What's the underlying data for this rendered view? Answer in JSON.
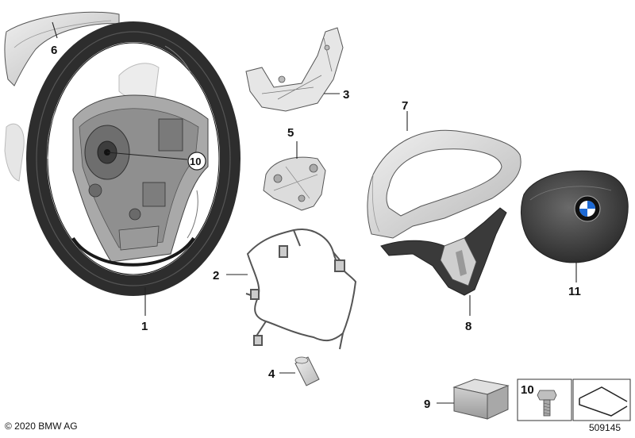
{
  "diagram": {
    "copyright": "© 2020 BMW AG",
    "diagram_number": "509145",
    "parts": [
      {
        "id": "part-1",
        "label": "1",
        "name": "steering-wheel"
      },
      {
        "id": "part-2",
        "label": "2",
        "name": "wiring-harness"
      },
      {
        "id": "part-3",
        "label": "3",
        "name": "mounting-bracket"
      },
      {
        "id": "part-4",
        "label": "4",
        "name": "connector-sleeve"
      },
      {
        "id": "part-5",
        "label": "5",
        "name": "retaining-plate"
      },
      {
        "id": "part-6",
        "label": "6",
        "name": "trim-cover-upper"
      },
      {
        "id": "part-7",
        "label": "7",
        "name": "trim-frame"
      },
      {
        "id": "part-8",
        "label": "8",
        "name": "lower-trim-cover"
      },
      {
        "id": "part-9",
        "label": "9",
        "name": "small-parts-box"
      },
      {
        "id": "part-10",
        "label": "10",
        "name": "bolt"
      },
      {
        "id": "part-11",
        "label": "11",
        "name": "airbag-module"
      }
    ],
    "hub_callout": "10",
    "bolt_box_label": "10"
  },
  "colors": {
    "line": "#222222",
    "wheel_rim": "#3a3a3a",
    "metal": "#8c8c8c",
    "trim_light": "#d9d9d9",
    "airbag": "#4a4a4a",
    "bmw_blue": "#1c69d4"
  }
}
